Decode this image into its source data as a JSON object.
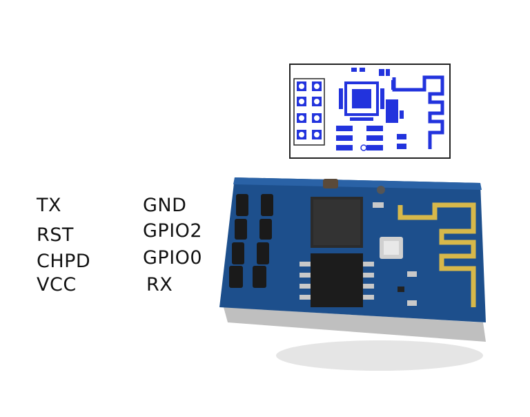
{
  "pin_labels": {
    "left": [
      "TX",
      "RST",
      "CHPD",
      "VCC"
    ],
    "right": [
      "GND",
      "GPIO2",
      "GPIO0",
      "RX"
    ]
  },
  "colors": {
    "pcb_blue": "#1d4f8c",
    "diagram_blue": "#2233dd",
    "antenna_gold": "#d7b84a"
  }
}
